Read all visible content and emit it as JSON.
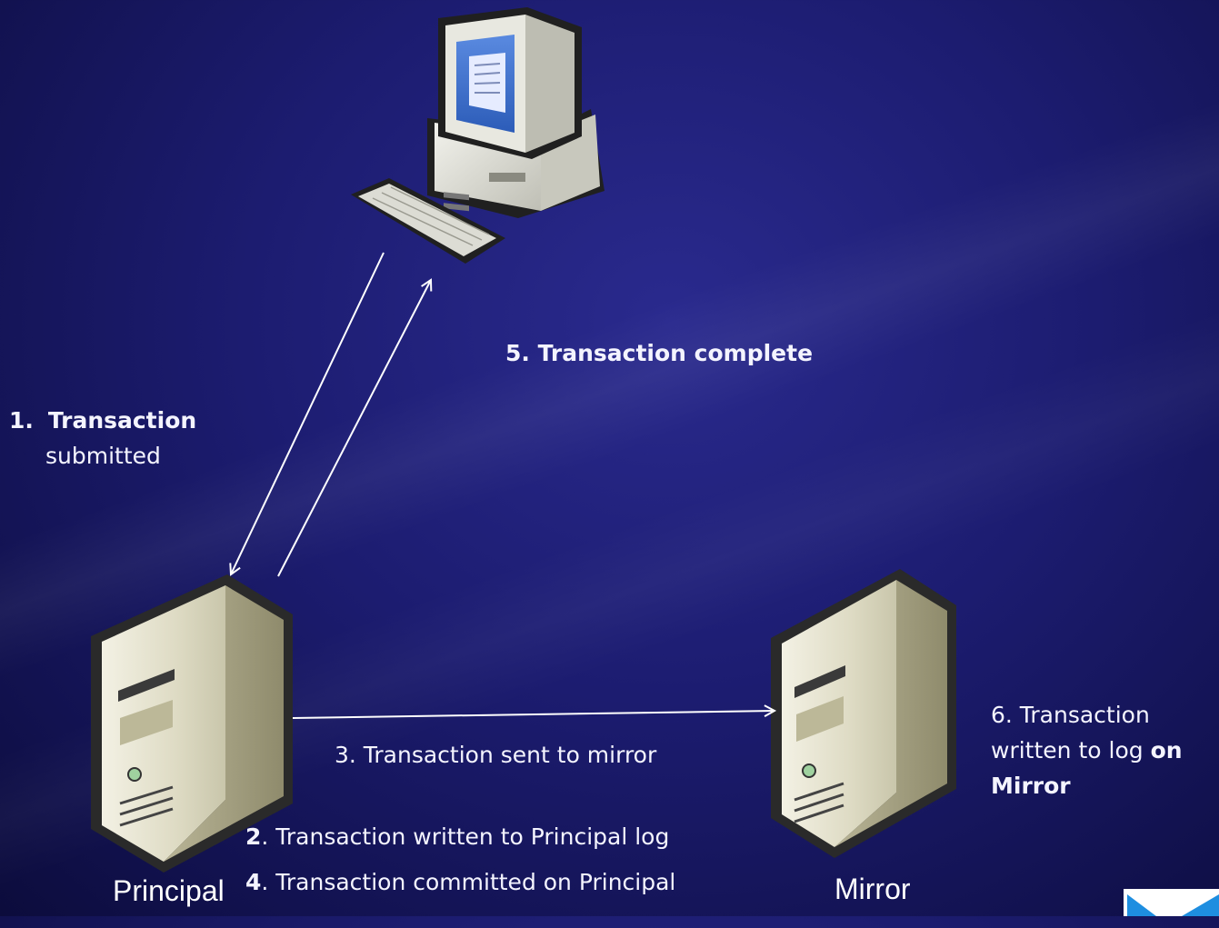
{
  "nodes": {
    "principal": "Principal",
    "mirror": "Mirror"
  },
  "steps": {
    "s1_num": "1.",
    "s1_title": "Transaction",
    "s1_sub": "submitted",
    "s2_num": "2",
    "s2_text": ". Transaction written to Principal log",
    "s3": "3. Transaction sent to mirror",
    "s4_num": "4",
    "s4_text": ". Transaction committed on Principal",
    "s5": "5. Transaction complete",
    "s6_line1": "6. Transaction",
    "s6_line2_a": "written to log ",
    "s6_line2_b": "on",
    "s6_line3": "Mirror"
  },
  "colors": {
    "background": "#1c1c70",
    "arrow": "#ffffff",
    "server_body": "#dcd8b8",
    "logo_blue": "#1e8ee0"
  }
}
